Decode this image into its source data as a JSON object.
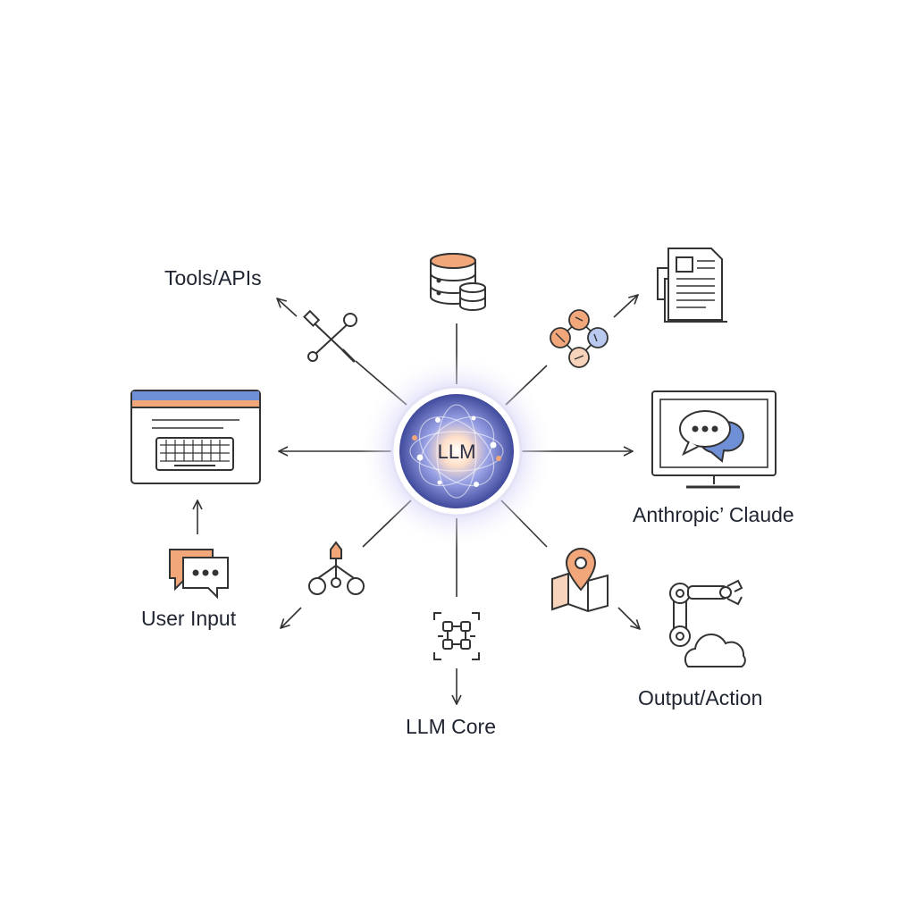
{
  "hub": {
    "label": "LLM"
  },
  "labels": {
    "tools": "Tools/APIs",
    "claude": "Anthropic’ Claude",
    "user_input": "User Input",
    "core": "LLM Core",
    "output": "Output/Action"
  },
  "icons": {
    "top": "database-icon",
    "top_left": "tools-icon",
    "top_right_graph": "network-graph-icon",
    "top_right_doc": "document-icon",
    "left": "keyboard-window-icon",
    "left_bottom": "chat-bubbles-icon",
    "right": "monitor-chat-icon",
    "bottom_left": "branch-tree-icon",
    "bottom": "focus-nodes-icon",
    "bottom_right_map": "map-pin-icon",
    "bottom_right_robot": "robot-arm-cloud-icon"
  },
  "colors": {
    "line": "#333333",
    "accent_orange": "#f2a77b",
    "accent_blue": "#6f8fd6",
    "hub_glow": "#8a8fe0",
    "hub_core": "#3f4a9c"
  }
}
